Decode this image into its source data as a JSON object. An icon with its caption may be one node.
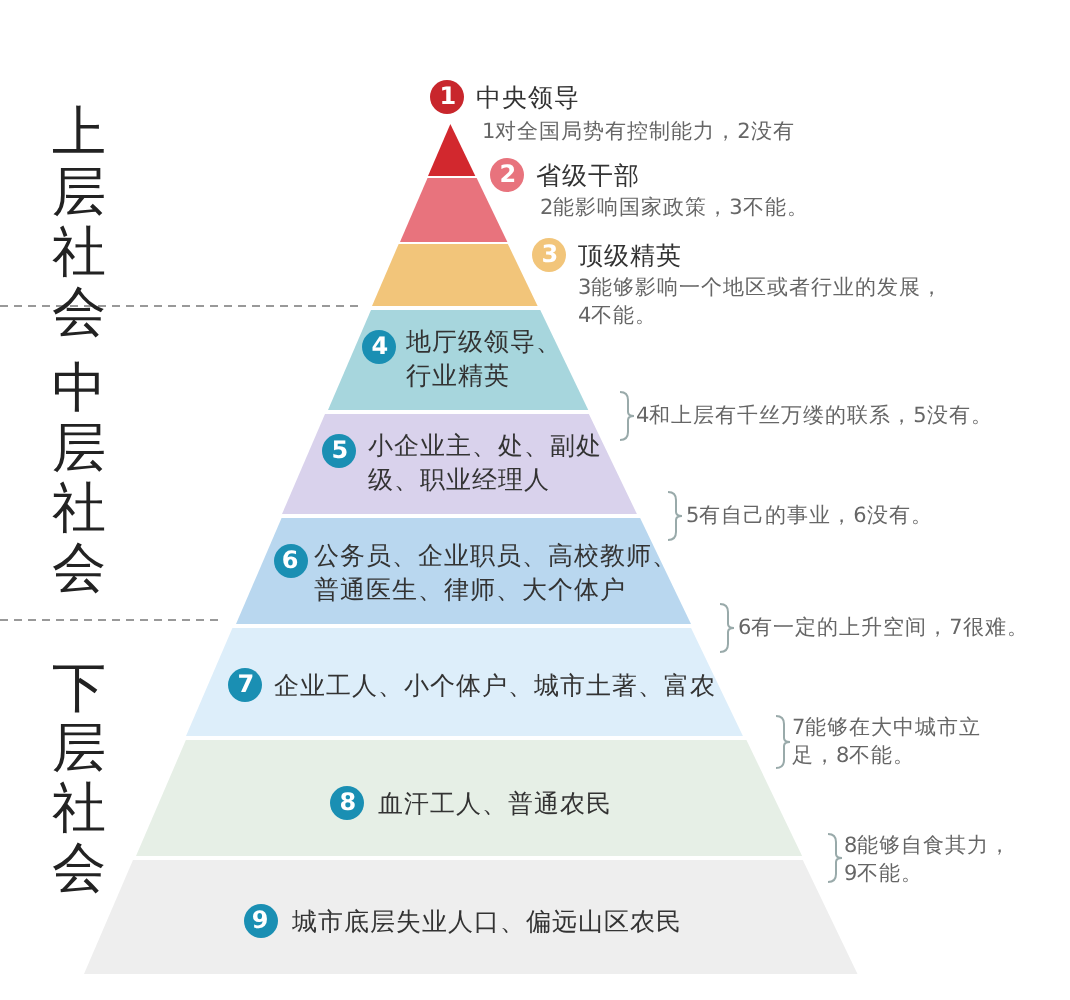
{
  "diagram": {
    "nodes": [
      {
        "text": [
          "1",
          "中央领导"
        ],
        "beside": [
          "1对全国局势有控制能力，2没有"
        ]
      },
      {
        "text": [
          "2",
          "省级干部"
        ],
        "beside": [
          "2能影响国家政策，3不能。"
        ]
      },
      {
        "text": [
          "3",
          "顶级精英"
        ]
      },
      {
        "text": [
          "4",
          "地厅级领导、行业精英"
        ]
      },
      {
        "text": [
          "5",
          "小企业主、处、副处级、职业经理人"
        ]
      },
      {
        "text": [
          "6",
          "公务员、企业职员、高校教师、普通医生、律师、大个体户"
        ]
      },
      {
        "text": [
          "7",
          "企业工人、小个体户、城市土著、富农"
        ]
      },
      {
        "text": [
          "8",
          "血汗工人、普通农民"
        ]
      },
      {
        "text": [
          "9",
          "城市底层失业人口、偏远山区农民"
        ]
      }
    ],
    "labels": [
      "上层社会",
      "3能够影响一个地区或者行业的发展，4不能。",
      "4和上层有千丝万缕的联系，5没有。",
      "中层社会",
      "5有自己的事业，6没有。",
      "6有一定的上升空间，7很难。",
      "下层社会",
      "7能够在大中城市立足，8不能。",
      "8能够自食其力，9不能。"
    ]
  }
}
